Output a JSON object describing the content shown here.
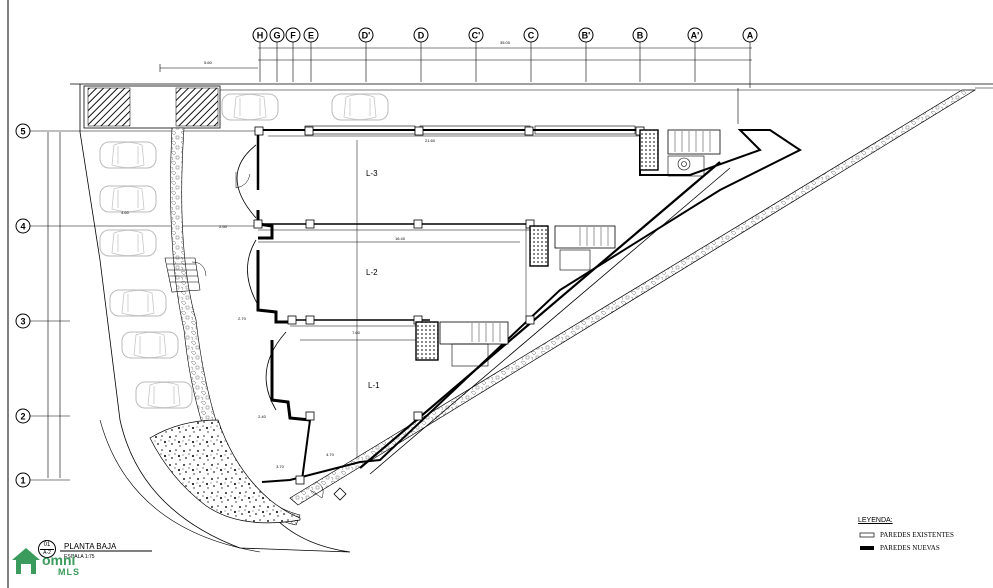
{
  "column_axes": [
    "H",
    "G",
    "F",
    "E",
    "D'",
    "D",
    "C'",
    "C",
    "B'",
    "B",
    "A'",
    "A"
  ],
  "row_axes": [
    "5",
    "4",
    "3",
    "2",
    "1"
  ],
  "units": [
    {
      "id": "unit-3",
      "label": "L-3"
    },
    {
      "id": "unit-2",
      "label": "L-2"
    },
    {
      "id": "unit-1",
      "label": "L-1"
    }
  ],
  "title": {
    "number": "01",
    "sheet": "A-2",
    "name": "PLANTA BAJA",
    "scale": "ESCALA 1:75"
  },
  "legend": {
    "heading": "LEYENDA:",
    "items": [
      {
        "label": "PAREDES EXISTENTES",
        "style": "outline"
      },
      {
        "label": "PAREDES NUEVAS",
        "style": "solid"
      }
    ]
  },
  "logo": {
    "word": "omni",
    "sub": "MLS",
    "color": "#3a9b5c"
  }
}
